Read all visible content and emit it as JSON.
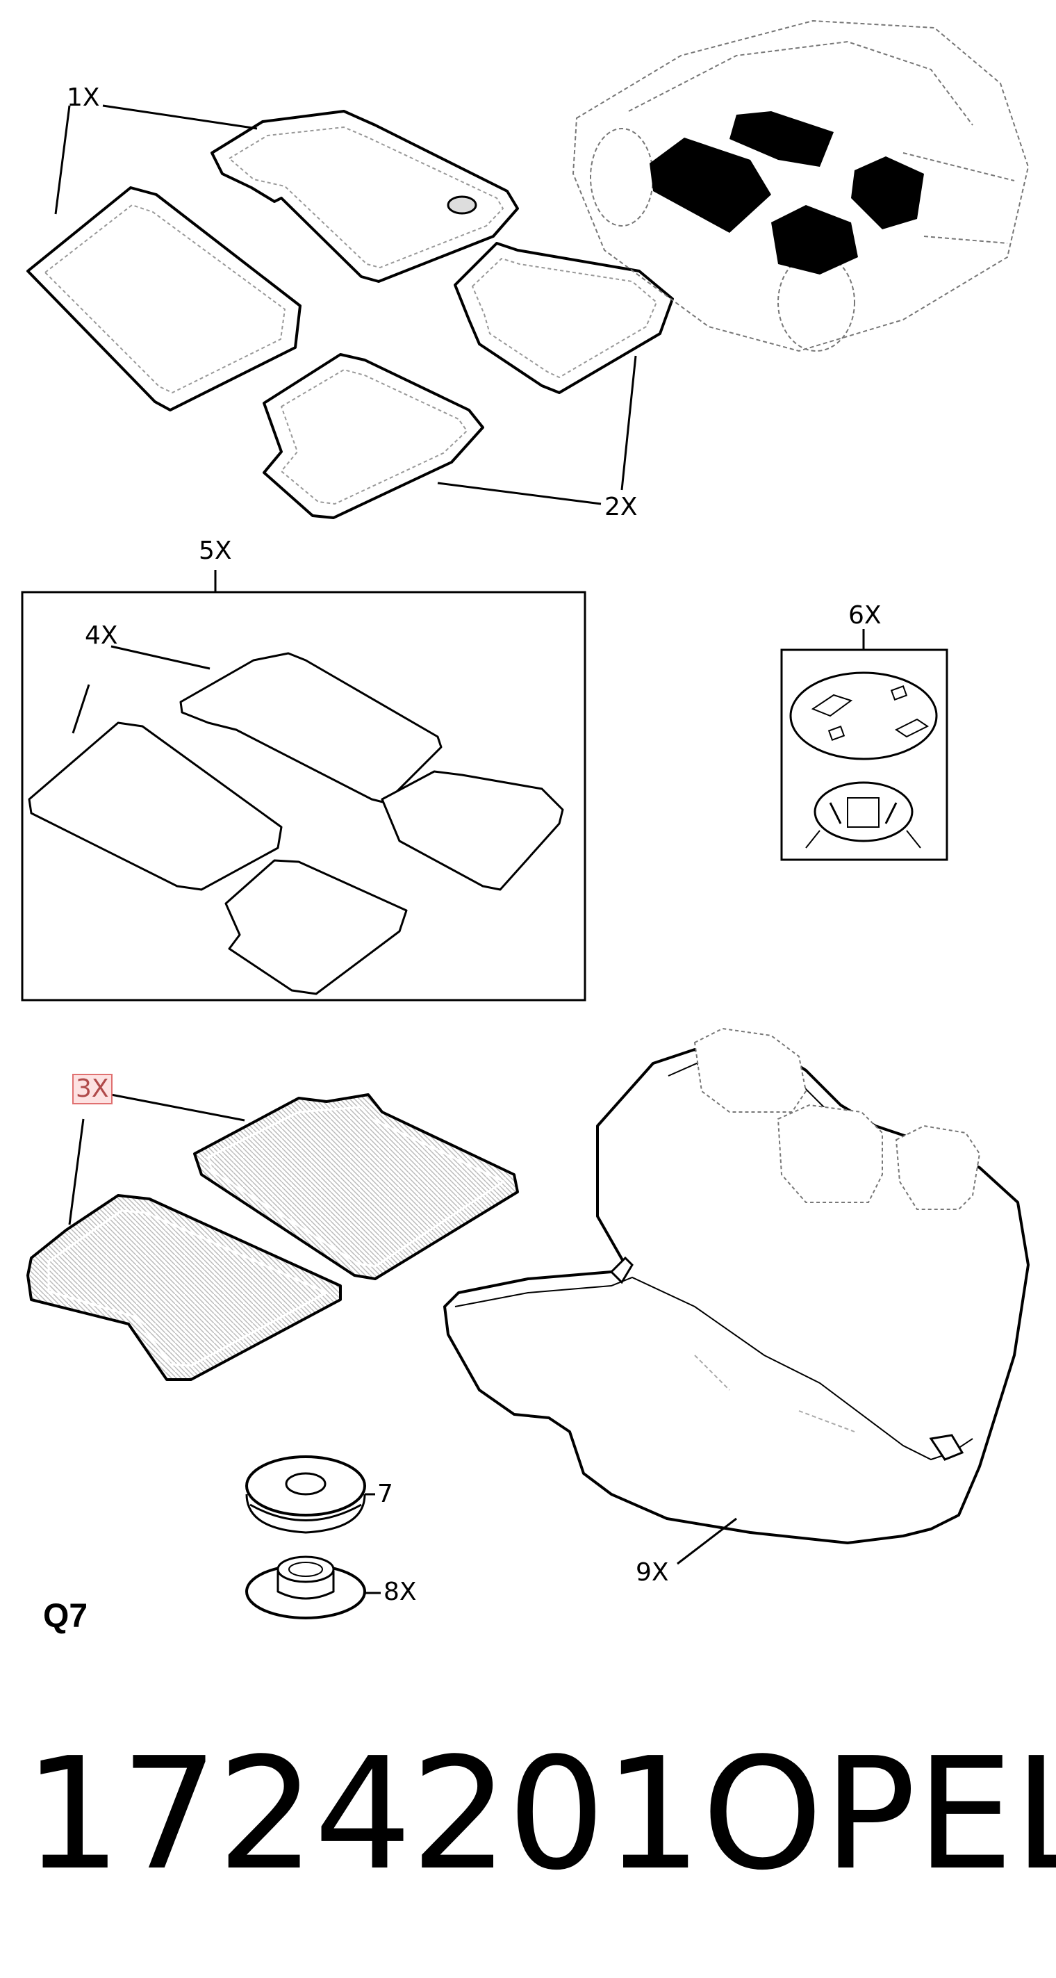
{
  "callouts": {
    "c1": "1X",
    "c2": "2X",
    "c3": "3X",
    "c4": "4X",
    "c5": "5X",
    "c6": "6X",
    "c7": "7",
    "c8": "8X",
    "c9": "9X"
  },
  "diagram_code": "Q7",
  "part_number": "1724201",
  "brand": "OPEL"
}
